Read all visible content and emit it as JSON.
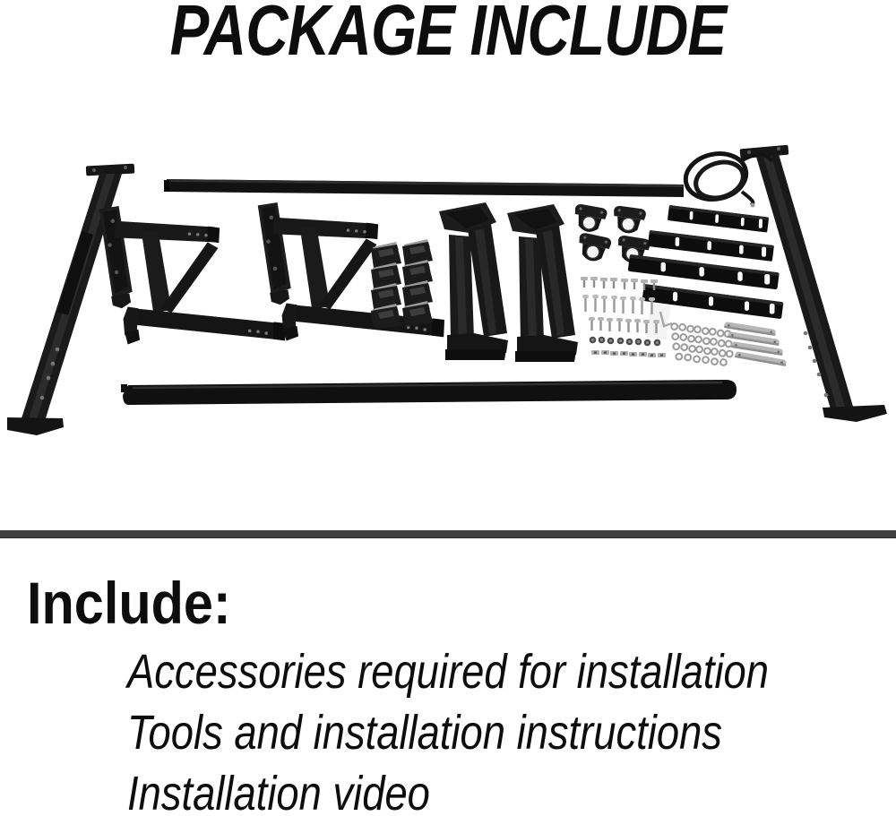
{
  "page": {
    "background_color": "#ffffff",
    "text_color": "#0d0d0d"
  },
  "header": {
    "title": "PACKAGE INCLUDE"
  },
  "product_photo": {
    "subject": "truck-bed-rack-parts-kit",
    "metal_color": "#161616",
    "hardware_color": "#ababab",
    "parts": [
      "side-rail-left",
      "side-rail-right",
      "top-crossbar",
      "bottom-crossbar",
      "mounting-bracket-left",
      "mounting-bracket-right",
      "bed-rail-uprights",
      "channel-spacer-clips",
      "tube-clamps",
      "slotted-mounting-plates",
      "rubber-cord-coil",
      "bolt-and-screw-kit",
      "washer-set",
      "metal-strips"
    ]
  },
  "divider": {
    "color": "#3f3f3f"
  },
  "include_section": {
    "heading": "Include:",
    "items": [
      "Accessories required for installation",
      "Tools and installation instructions",
      "Installation video"
    ]
  }
}
